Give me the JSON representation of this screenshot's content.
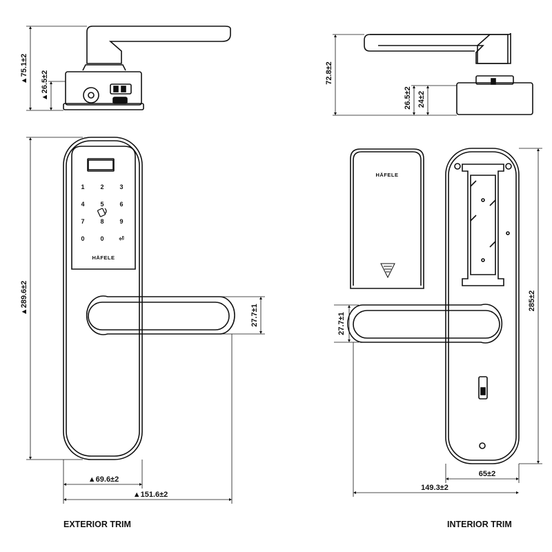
{
  "exterior": {
    "caption": "EXTERIOR TRIM",
    "brand": "HÄFELE",
    "keypad": [
      "1",
      "2",
      "3",
      "4",
      "5",
      "6",
      "7",
      "8",
      "9",
      "0",
      "0",
      "⏎"
    ],
    "dims": {
      "top_height": "▲75.1±2",
      "top_base_height": "▲26.5±2",
      "total_height": "▲289.6±2",
      "handle_thickness": "27.7±1",
      "body_width": "▲69.6±2",
      "total_width": "▲151.6±2"
    }
  },
  "interior": {
    "caption": "INTERIOR TRIM",
    "brand": "HÄFELE",
    "dims": {
      "top_height": "72.8±2",
      "base_height_a": "26.5±2",
      "base_height_b": "24±2",
      "body_height": "285±2",
      "handle_thickness": "27.7±1",
      "body_width": "65±2",
      "total_width": "149.3±2"
    }
  }
}
